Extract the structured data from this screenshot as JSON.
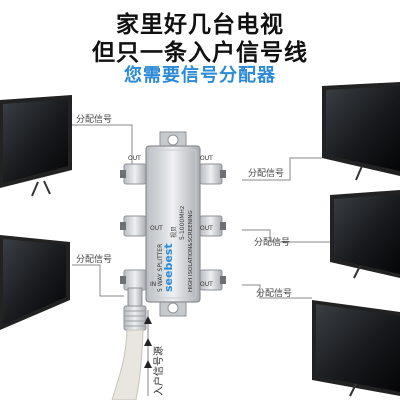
{
  "headline": {
    "line1": "家里好几台电视",
    "line2": "但只一条入户信号线",
    "line3": "您需要信号分配器"
  },
  "signal_label": "分配信号",
  "source_label": "入户信号源",
  "splitter": {
    "brand": "seebest",
    "brand_cn": "视贝",
    "model": "5 WAY SPLITTER",
    "freq": "5-1000MHz",
    "spec": "HIGH ISOLATION&SCREENING",
    "port_in": "IN",
    "port_out": "OUT"
  },
  "colors": {
    "accent": "#2b8ad6",
    "text": "#111111",
    "line": "#888888"
  }
}
